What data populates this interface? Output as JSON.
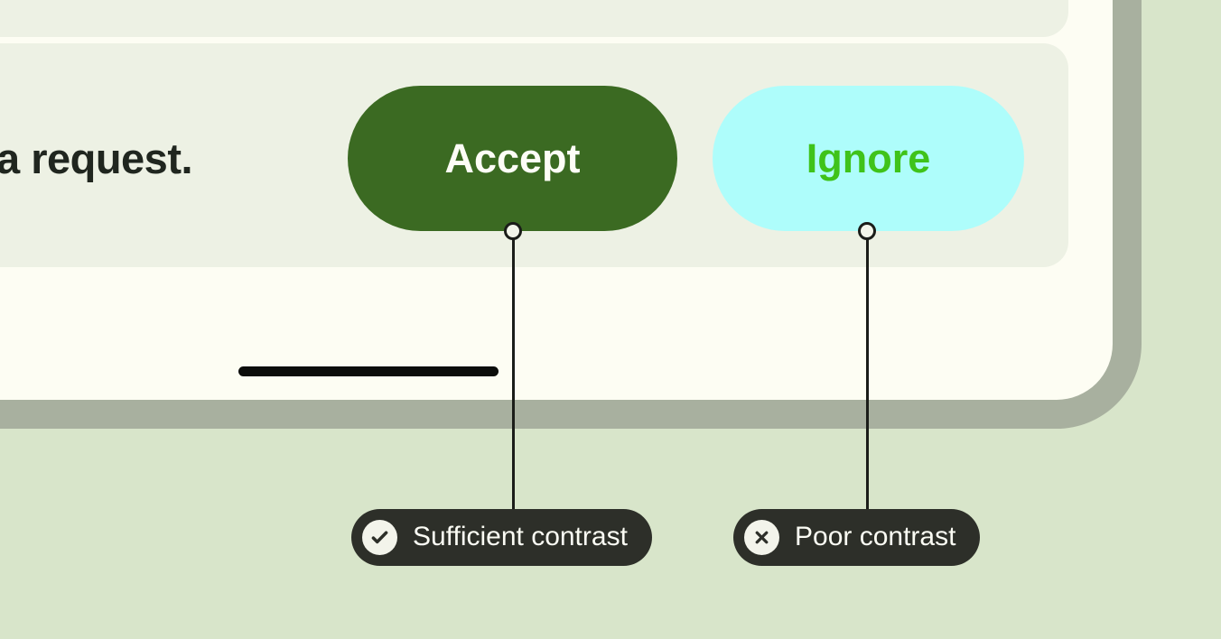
{
  "page": {
    "background_color": "#d8e5ca"
  },
  "card": {
    "background_color": "#fdfdf3",
    "shadow_color": "#a8b09f",
    "panel_color": "#edf1e4",
    "message_text": "a request."
  },
  "buttons": {
    "accept": {
      "label": "Accept",
      "background_color": "#3b6a22",
      "text_color": "#fdfdf6"
    },
    "ignore": {
      "label": "Ignore",
      "background_color": "#aefdfb",
      "text_color": "#3fc31a"
    }
  },
  "annotations": {
    "pill_background_color": "#2d2f29",
    "text_color": "#fbfcf4",
    "sufficient": {
      "label": "Sufficient contrast",
      "icon": "check-circle"
    },
    "poor": {
      "label": "Poor contrast",
      "icon": "x-circle"
    }
  }
}
